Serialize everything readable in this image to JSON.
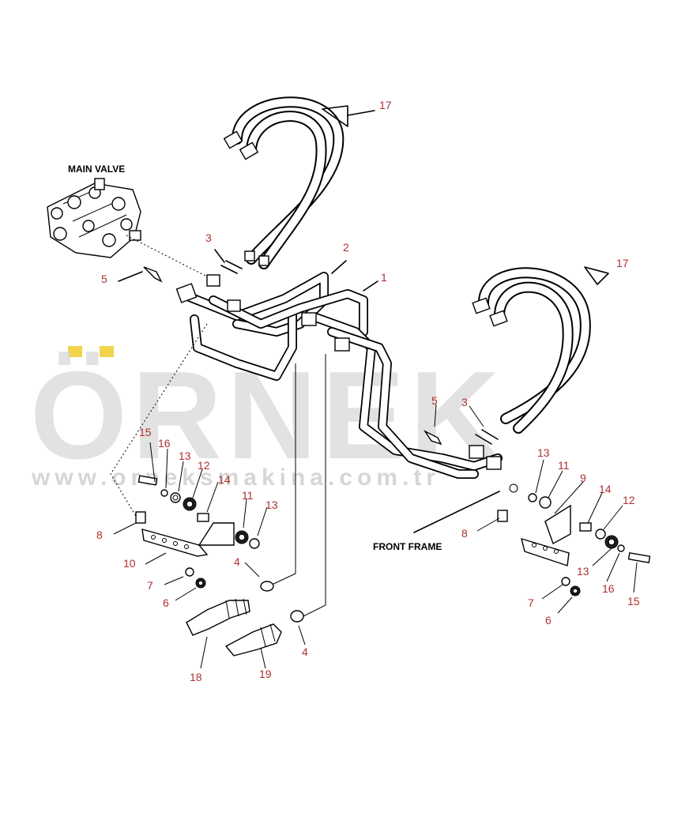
{
  "labels": {
    "main_valve": "MAIN VALVE",
    "front_frame": "FRONT FRAME"
  },
  "watermark": {
    "brand": "ÖRNEK",
    "url": "www.orneksmakina.com.tr",
    "umlaut_color": "#f2d44a",
    "text_color": "#d6d6d6"
  },
  "callouts": {
    "c1": "1",
    "c2": "2",
    "c3_left": "3",
    "c3_right": "3",
    "c4_upper": "4",
    "c4_lower": "4",
    "c5_left": "5",
    "c5_right": "5",
    "c6_left": "6",
    "c6_right": "6",
    "c7_left": "7",
    "c7_right": "7",
    "c8_left": "8",
    "c8_right": "8",
    "c9": "9",
    "c10": "10",
    "c11_left": "11",
    "c11_right": "11",
    "c12_left": "12",
    "c12_right": "12",
    "c13_left_a": "13",
    "c13_left_b": "13",
    "c13_right_a": "13",
    "c13_right_b": "13",
    "c14_left": "14",
    "c14_right": "14",
    "c15_left": "15",
    "c15_right": "15",
    "c16_left": "16",
    "c16_right": "16",
    "c17_left": "17",
    "c17_right": "17",
    "c18": "18",
    "c19": "19"
  },
  "colors": {
    "callout_text": "#b03030",
    "line_art": "#000000"
  }
}
